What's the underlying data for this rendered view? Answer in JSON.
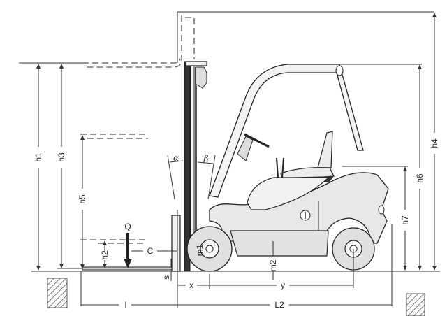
{
  "diagram": {
    "subject": "Forklift truck side-view dimension drawing",
    "dimension_labels": {
      "h1": "h1",
      "h2": "h2",
      "h3": "h3",
      "h4": "h4",
      "h5": "h5",
      "h6": "h6",
      "h7": "h7",
      "m1": "m1",
      "m2": "m2",
      "s": "s",
      "x": "x",
      "y": "y",
      "l": "l",
      "L2": "L2",
      "C": "C",
      "Q": "Q",
      "alpha": "α",
      "beta": "β"
    },
    "colors": {
      "line": "#333333",
      "body_fill": "#e8e8e8",
      "background": "#ffffff"
    }
  }
}
